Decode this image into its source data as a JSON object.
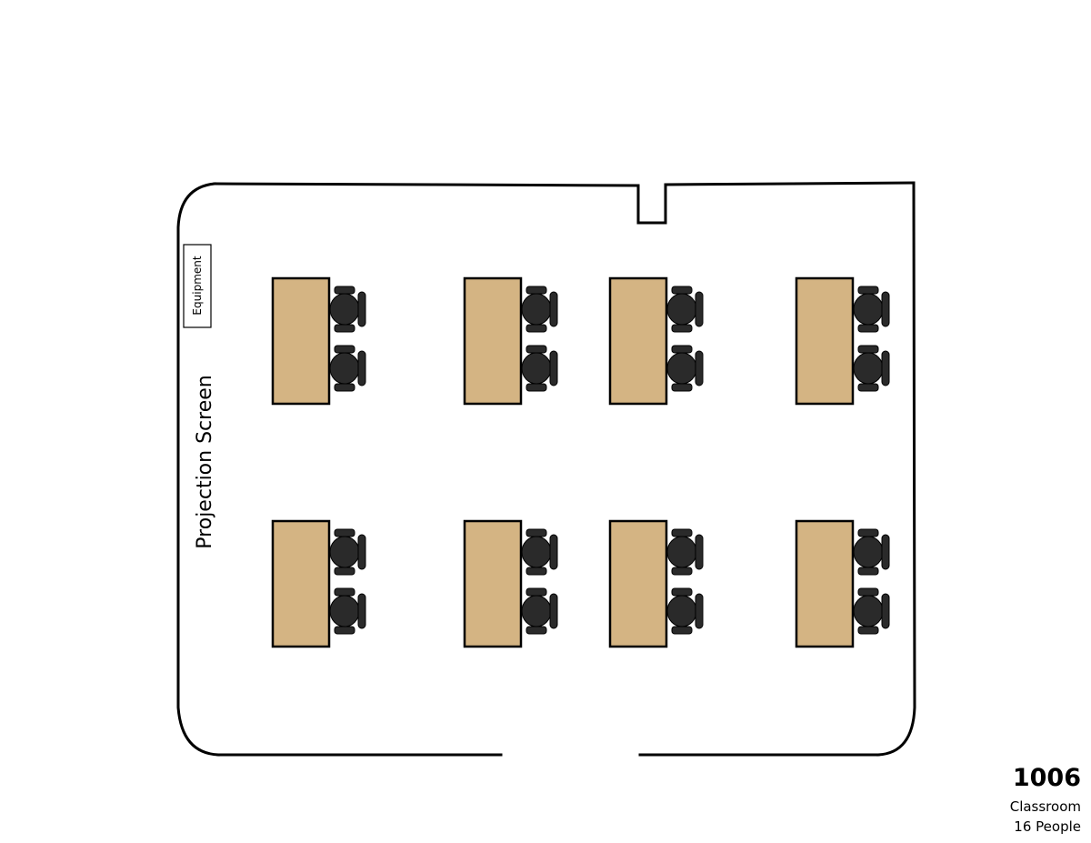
{
  "room": {
    "number": "1006",
    "type": "Classroom",
    "capacity": "16 People"
  },
  "labels": {
    "projection_screen": "Projection Screen",
    "equipment": "Equipment"
  },
  "colors": {
    "table_fill": "#d4b483",
    "chair_fill": "#2a2a2a",
    "wall": "#000000"
  }
}
